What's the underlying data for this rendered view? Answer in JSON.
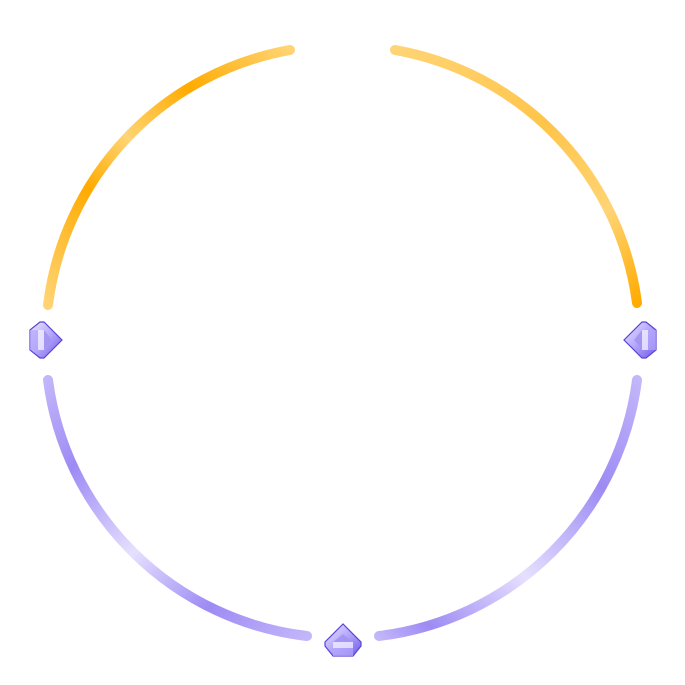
{
  "colors": {
    "background": "#ffffff",
    "gold_light": "#ffd475",
    "gold_mid": "#ffc54a",
    "gold_dark": "#ffab00",
    "purple_light": "#e6e0ff",
    "purple_mid": "#c3b6fa",
    "purple_dark": "#9d8bf4",
    "gem_face_light": "#ece8ff",
    "gem_face_mid": "#b4a6fb",
    "gem_face_dark": "#6f5be8",
    "gem_outline": "#5a45d6"
  },
  "ring": {
    "segments": [
      {
        "name": "top-left-arc",
        "color_group": "gold"
      },
      {
        "name": "top-right-arc",
        "color_group": "gold"
      },
      {
        "name": "bottom-left-arc",
        "color_group": "purple"
      },
      {
        "name": "bottom-right-arc",
        "color_group": "purple"
      }
    ],
    "gems": [
      {
        "name": "gem-left-icon",
        "points": "right"
      },
      {
        "name": "gem-right-icon",
        "points": "left"
      },
      {
        "name": "gem-bottom-icon",
        "points": "up"
      }
    ]
  }
}
